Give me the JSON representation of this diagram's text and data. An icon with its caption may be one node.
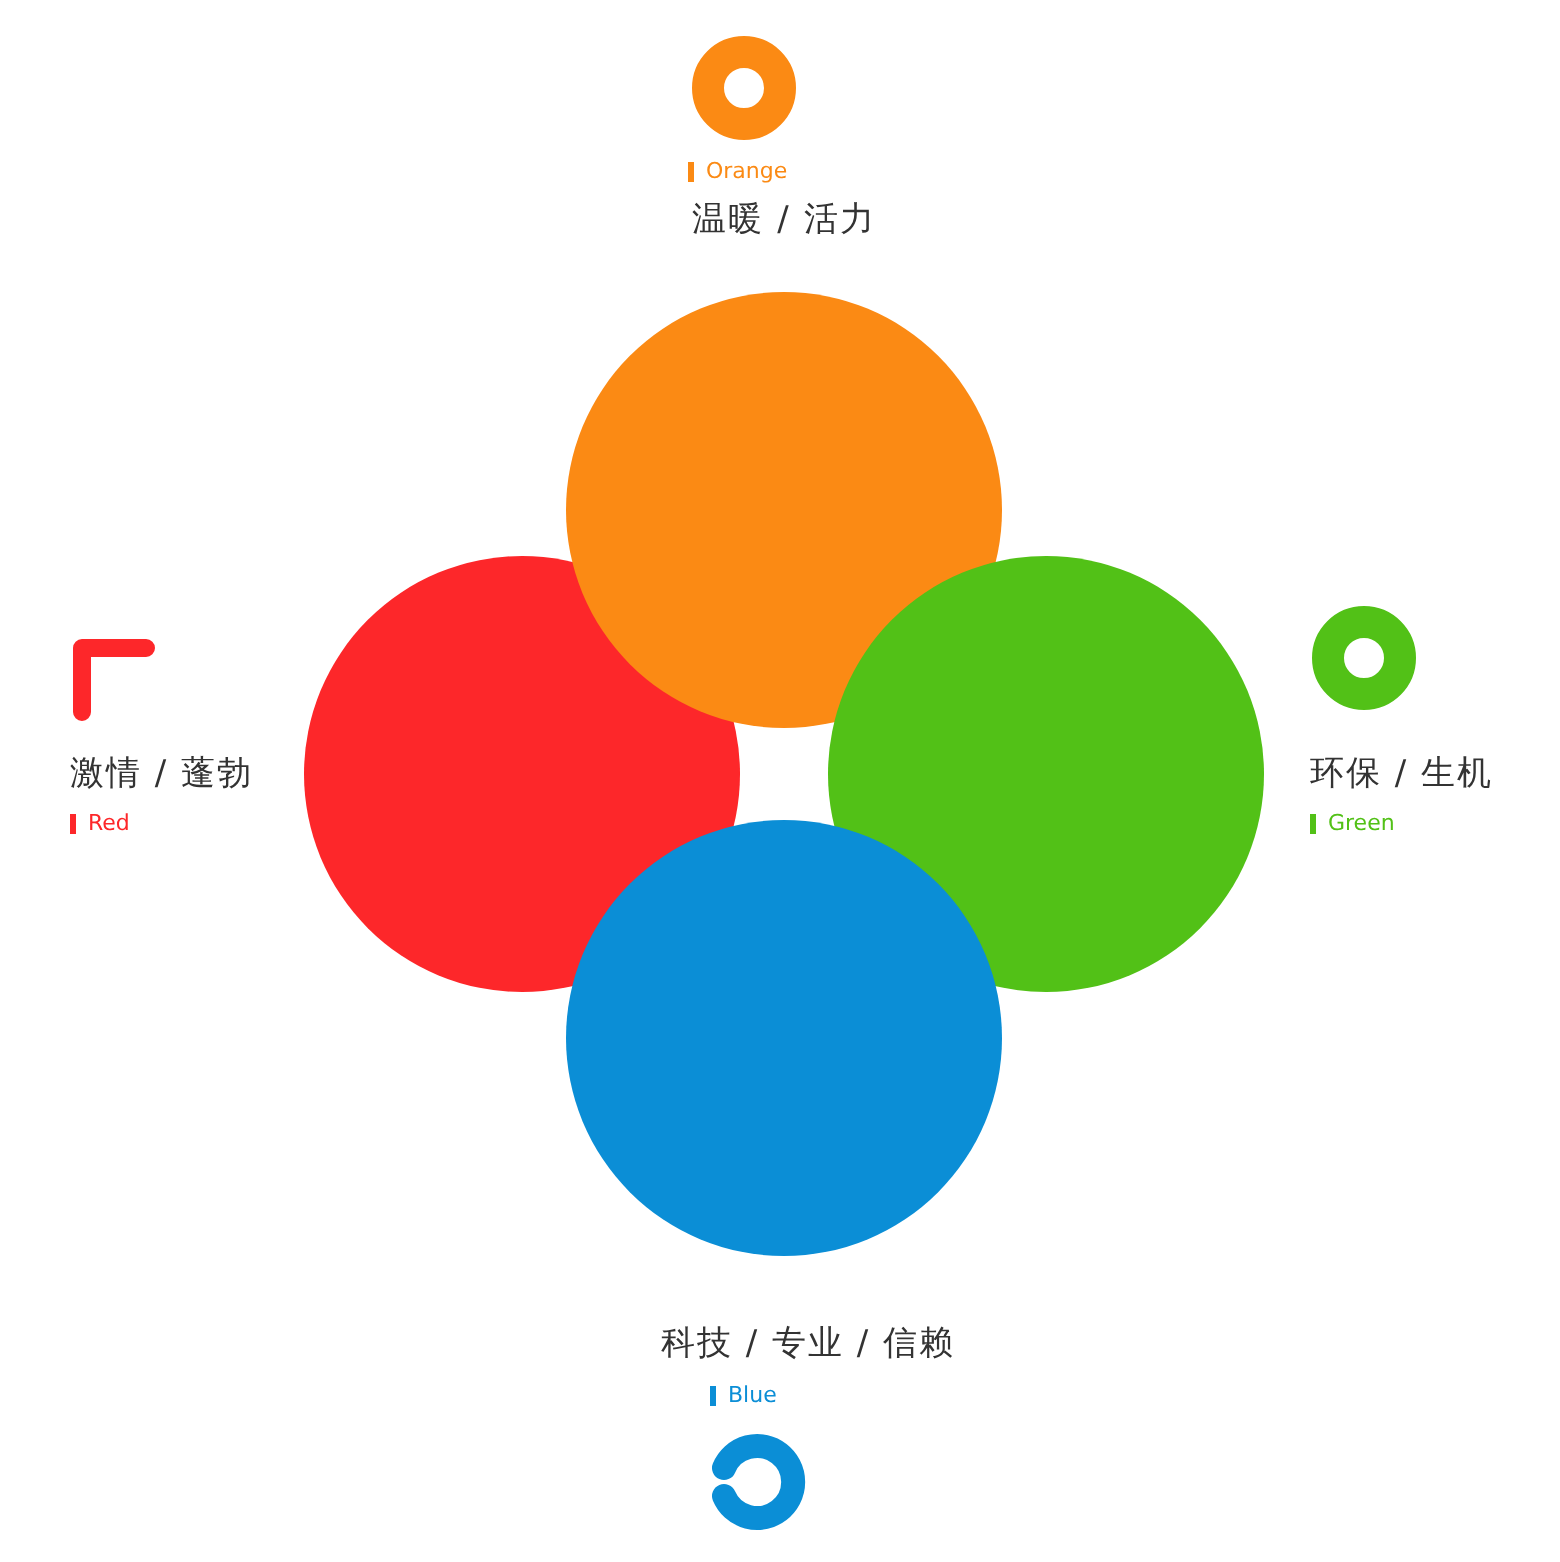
{
  "diagram": {
    "nodes": [
      {
        "text": [],
        "shape": "circle"
      },
      {
        "text": [],
        "shape": "circle"
      },
      {
        "text": [],
        "shape": "circle"
      },
      {
        "text": [],
        "shape": "circle"
      }
    ],
    "labels": [
      "温暖 / 活力",
      "激情 / 蓬勃",
      "环保 / 生机",
      "科技 / 专业 / 信赖"
    ],
    "legend": [
      {
        "text": "Orange",
        "color": "#fb8a14"
      },
      {
        "text": "Red",
        "color": "#fd272a"
      },
      {
        "text": "Green",
        "color": "#52c117"
      },
      {
        "text": "Blue",
        "color": "#0b8ed6"
      }
    ]
  }
}
